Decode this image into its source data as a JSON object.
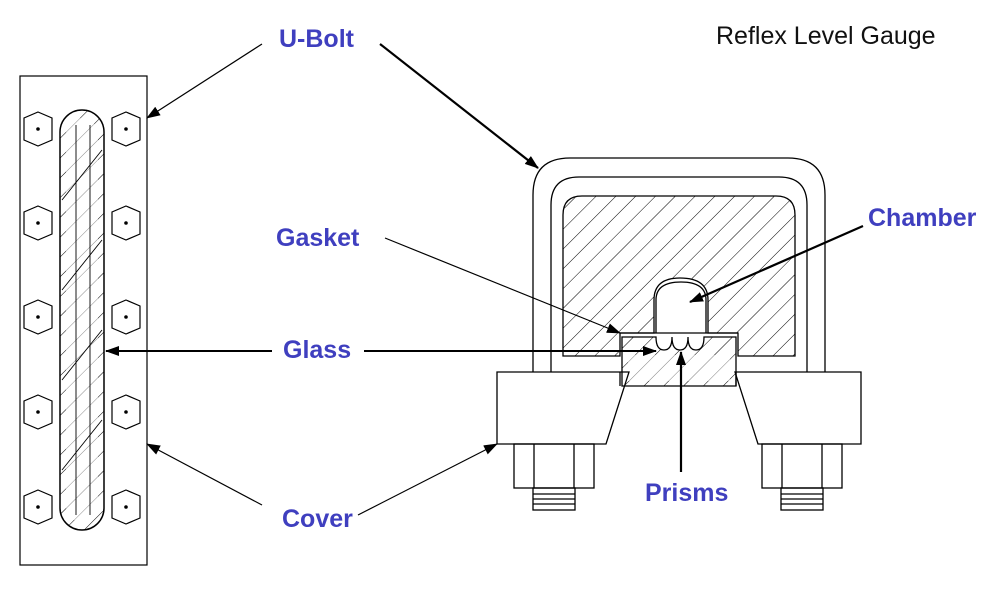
{
  "title": "Reflex Level Gauge",
  "labels": {
    "ubolt": "U-Bolt",
    "gasket": "Gasket",
    "glass": "Glass",
    "cover": "Cover",
    "chamber": "Chamber",
    "prisms": "Prisms"
  },
  "colors": {
    "label": "#3f3fbf",
    "line": "#000000",
    "background": "#ffffff"
  }
}
